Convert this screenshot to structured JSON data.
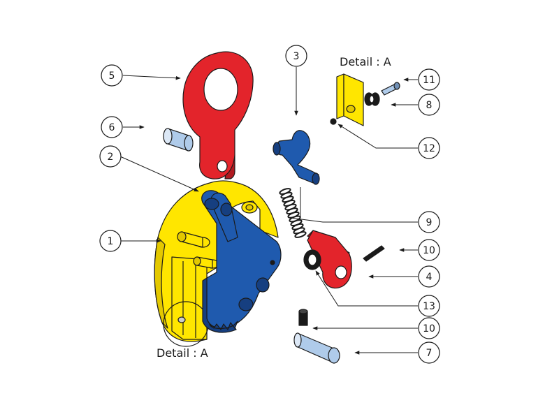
{
  "colors": {
    "yellow": "#FFE600",
    "yellow_dark": "#E3C800",
    "blue": "#1F5AAE",
    "blue_dark": "#163F80",
    "red": "#E3242B",
    "red_dark": "#B01A20",
    "pin_blue": "#AFCBEA",
    "black": "#1a1a1a"
  },
  "detail_labels": {
    "main": "Detail : A",
    "inset": "Detail : A"
  },
  "callouts": [
    {
      "id": "c5",
      "label": "5"
    },
    {
      "id": "c6",
      "label": "6"
    },
    {
      "id": "c2",
      "label": "2"
    },
    {
      "id": "c1",
      "label": "1"
    },
    {
      "id": "c3",
      "label": "3"
    },
    {
      "id": "c11",
      "label": "11"
    },
    {
      "id": "c8",
      "label": "8"
    },
    {
      "id": "c12",
      "label": "12"
    },
    {
      "id": "c9",
      "label": "9"
    },
    {
      "id": "c10a",
      "label": "10"
    },
    {
      "id": "c4",
      "label": "4"
    },
    {
      "id": "c13",
      "label": "13"
    },
    {
      "id": "c10b",
      "label": "10"
    },
    {
      "id": "c7",
      "label": "7"
    }
  ]
}
